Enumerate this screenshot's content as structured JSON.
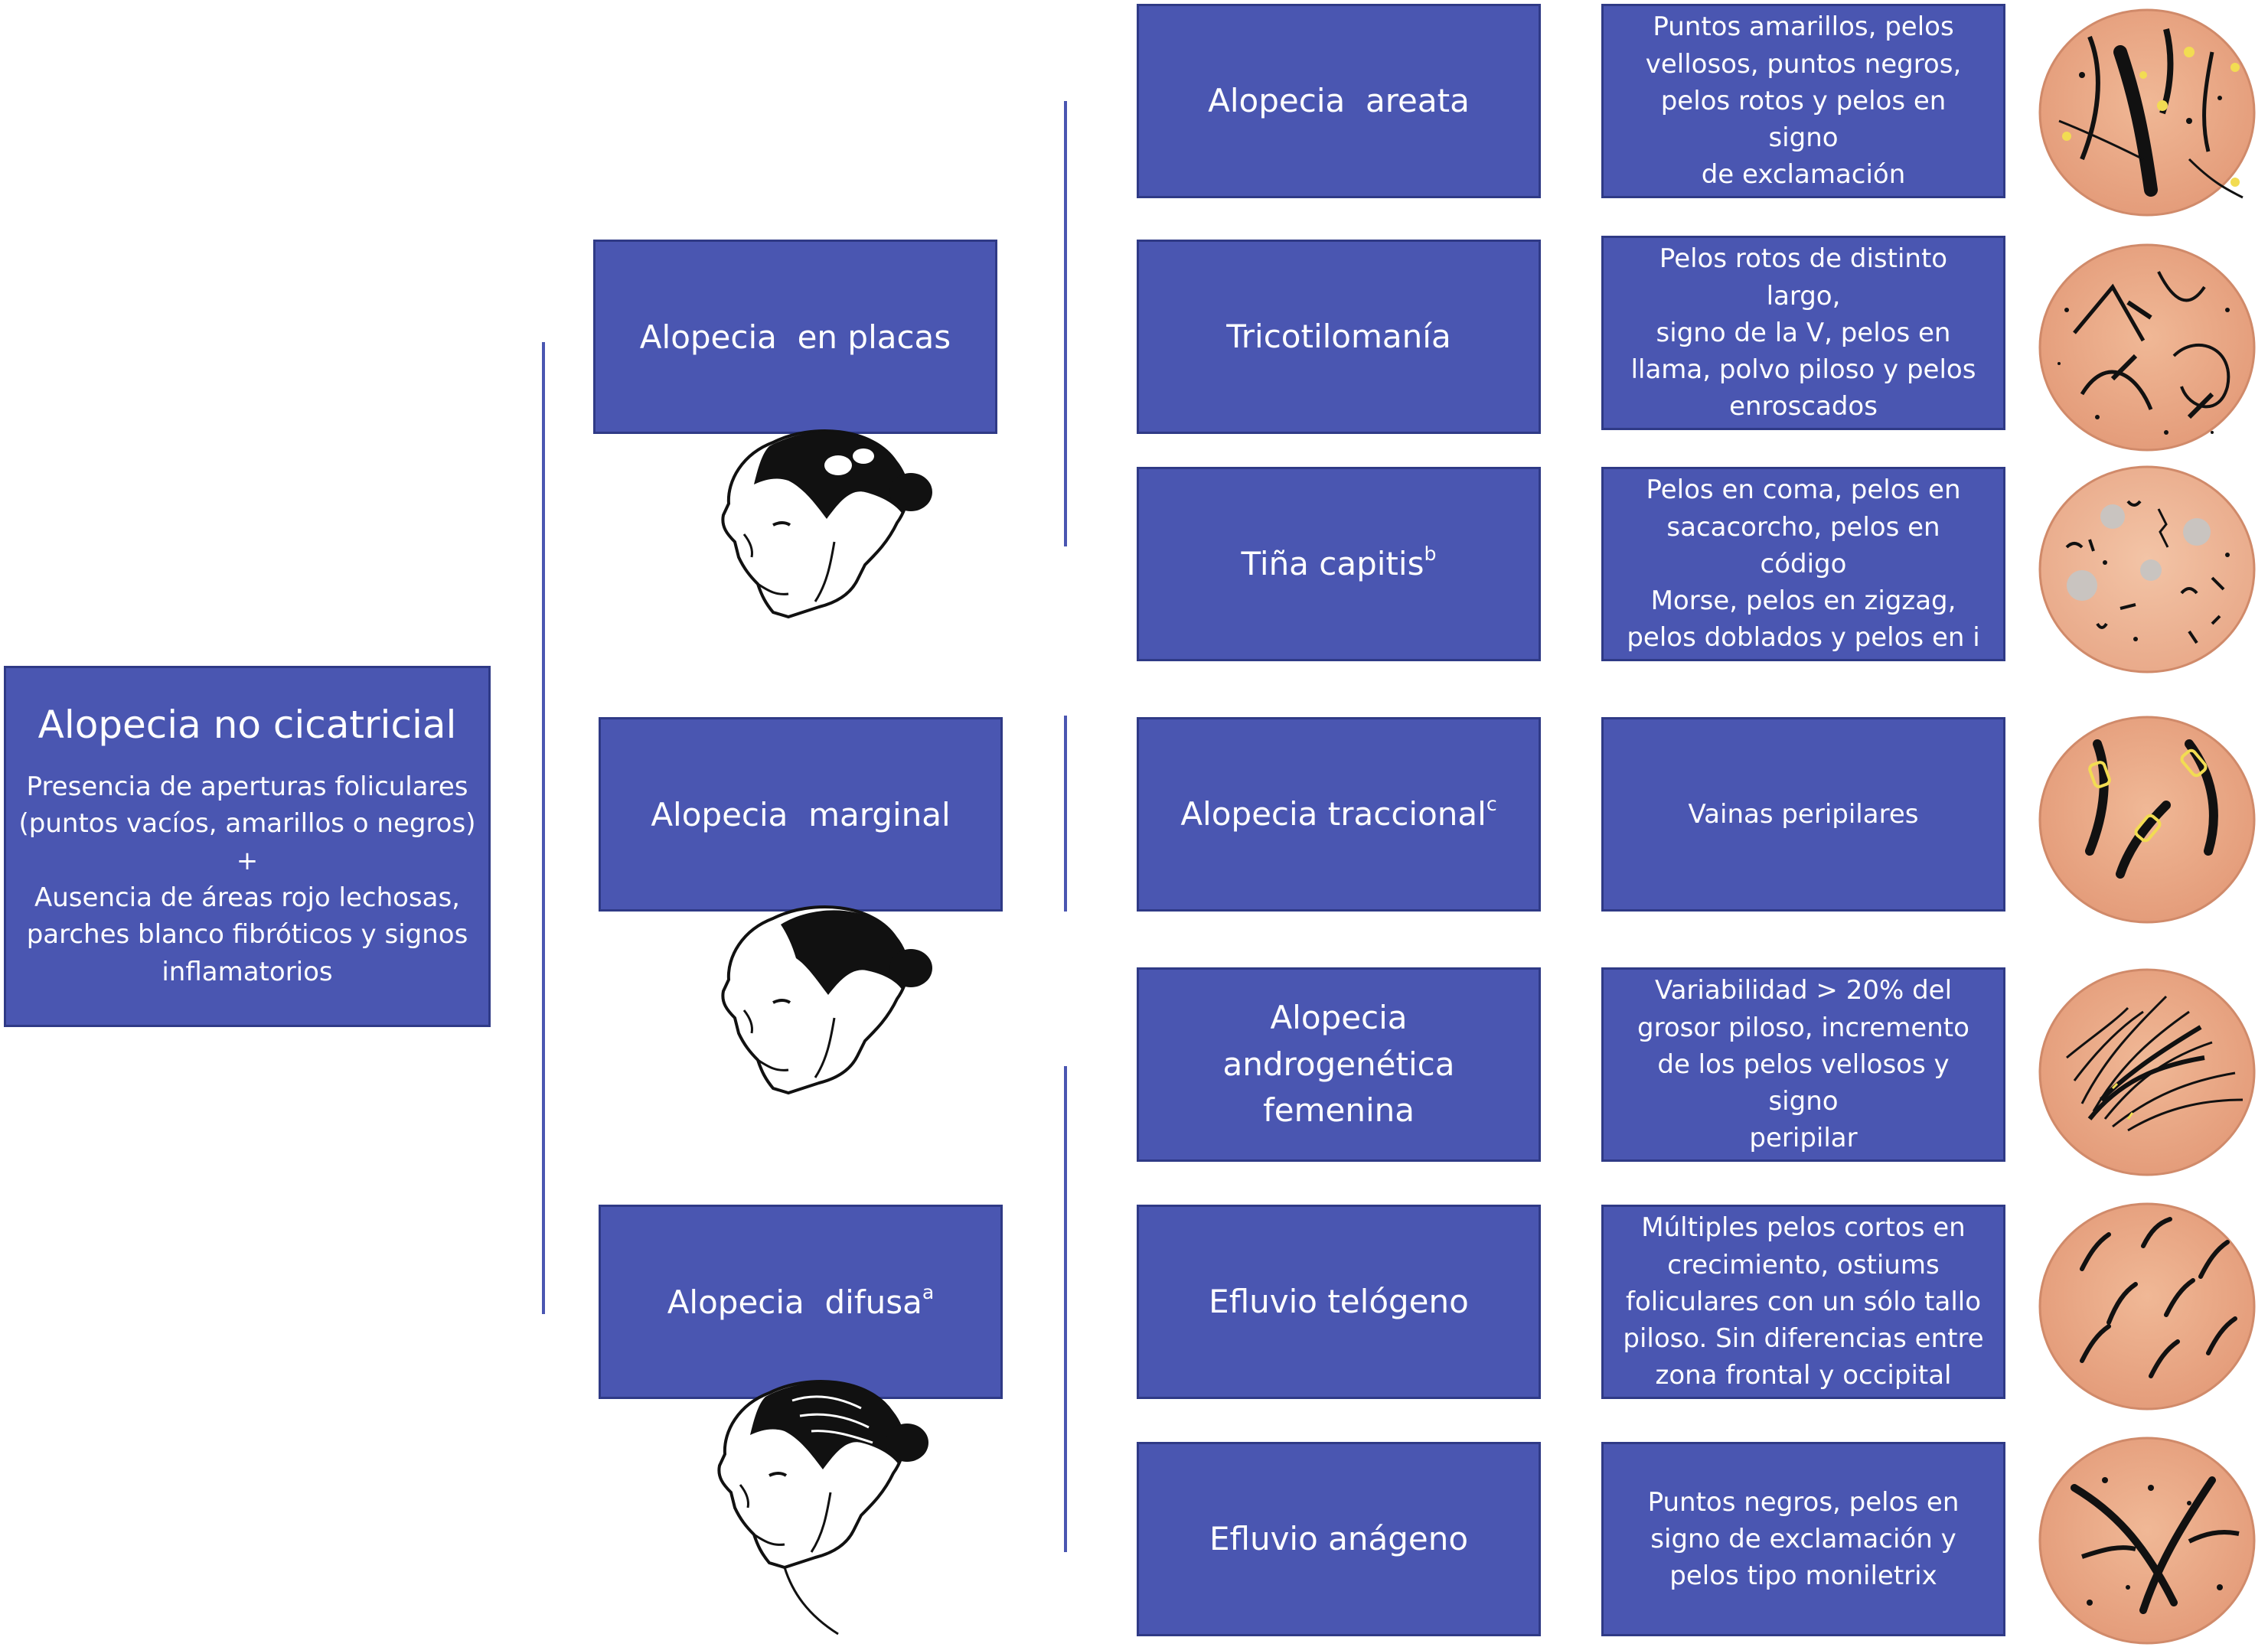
{
  "root": {
    "title": "Alopecia no cicatricial",
    "lines": [
      "Presencia de aperturas foliculares",
      "(puntos vacíos, amarillos o negros)",
      "+",
      "Ausencia de áreas rojo lechosas,",
      "parches blanco fibróticos y signos",
      "inflamatorios"
    ]
  },
  "categories": [
    {
      "label": "Alopecia  en placas",
      "sup": ""
    },
    {
      "label": "Alopecia  marginal",
      "sup": ""
    },
    {
      "label": "Alopecia  difusa",
      "sup": "a"
    }
  ],
  "diagnoses": [
    {
      "label": "Alopecia  areata",
      "sup": ""
    },
    {
      "label": "Tricotilomanía",
      "sup": ""
    },
    {
      "label": "Tiña capitis",
      "sup": "b"
    },
    {
      "label": "Alopecia traccional",
      "sup": "c"
    },
    {
      "label": "Alopecia androgenética femenina",
      "sup": ""
    },
    {
      "label": "Efluvio telógeno",
      "sup": ""
    },
    {
      "label": "Efluvio anágeno",
      "sup": ""
    }
  ],
  "features": [
    [
      "Puntos amarillos, pelos",
      "vellosos, puntos negros,",
      "pelos rotos y pelos en signo",
      "de exclamación"
    ],
    [
      "Pelos rotos de distinto largo,",
      "signo de la V, pelos en",
      "llama, polvo piloso y pelos",
      "enroscados"
    ],
    [
      "Pelos en coma, pelos en",
      "sacacorcho, pelos en código",
      "Morse, pelos en zigzag,",
      "pelos doblados y pelos en i"
    ],
    [
      "Vainas peripilares"
    ],
    [
      "Variabilidad > 20% del",
      "grosor piloso, incremento",
      "de los pelos vellosos y signo",
      "peripilar"
    ],
    [
      "Múltiples pelos cortos en",
      "crecimiento, ostiums",
      "foliculares con un sólo tallo",
      "piloso. Sin diferencias entre",
      "zona frontal y occipital"
    ],
    [
      "Puntos negros, pelos en",
      "signo de exclamación y",
      "pelos tipo moniletrix"
    ]
  ],
  "colors": {
    "box": "#4a56b1",
    "border": "#2f3a86",
    "skin": "#e6a886",
    "skin_light": "#f5cfb5",
    "hair": "#111111",
    "yellow": "#f2dc52"
  }
}
